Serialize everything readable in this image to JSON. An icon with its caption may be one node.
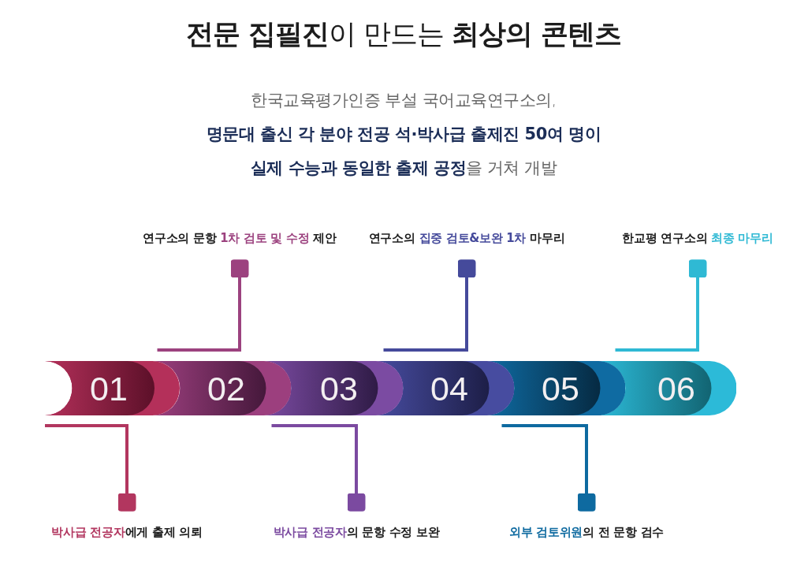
{
  "diagram": {
    "title": "**전문 집필진**이 만드는 **최상의 콘텐츠**",
    "nodes": [
      {
        "text": [
          "01"
        ]
      },
      {
        "text": [
          "02"
        ]
      },
      {
        "text": [
          "03"
        ]
      },
      {
        "text": [
          "04"
        ]
      },
      {
        "text": [
          "05"
        ]
      },
      {
        "text": [
          "06"
        ]
      },
      {
        "text": [
          "**박사급 전공자**에게 출제 의뢰"
        ]
      },
      {
        "text": [
          "연구소의 문항 **1차 검토 및 수정** 제안"
        ]
      },
      {
        "text": [
          "**박사급 전공자**의 문항 수정 보완"
        ]
      },
      {
        "text": [
          "연구소의 **집중 검토&보완 1차** 마무리"
        ]
      },
      {
        "text": [
          "**외부 검토위원**의 전 문항 검수"
        ]
      },
      {
        "text": [
          "한교평 연구소의 **최종 마무리**"
        ]
      }
    ],
    "edges": [
      {
        "from": 6,
        "to": 0,
        "arrow": "other",
        "color": "#b2365f"
      },
      {
        "from": 7,
        "to": 1,
        "arrow": "other",
        "color": "#9c427f"
      },
      {
        "from": 8,
        "to": 2,
        "arrow": "other",
        "color": "#7b4aa0"
      },
      {
        "from": 9,
        "to": 3,
        "arrow": "other",
        "color": "#454a9b"
      },
      {
        "from": 10,
        "to": 4,
        "arrow": "other",
        "color": "#0e6aa0"
      },
      {
        "from": 11,
        "to": 5,
        "arrow": "other",
        "color": "#2fb9d4"
      }
    ],
    "labels": [
      "한국교육평가인증 부설 국어교육연구소의, **명문대 출신 각 분야 전공 석·박사급 출제진 50여 명이 실제 수능과 동일한 출제 공정**을 거쳐 개발"
    ]
  }
}
